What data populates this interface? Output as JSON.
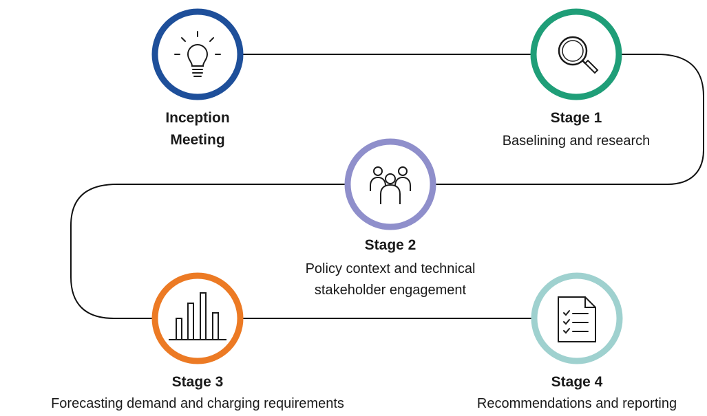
{
  "steps": [
    {
      "id": "inception",
      "title_lines": [
        "Inception",
        "Meeting"
      ],
      "description": "",
      "color": "#1e4f9a",
      "icon": "lightbulb-icon"
    },
    {
      "id": "stage1",
      "title": "Stage 1",
      "description": "Baselining and research",
      "color": "#1f9e78",
      "icon": "magnifier-icon"
    },
    {
      "id": "stage2",
      "title": "Stage 2",
      "description_lines": [
        "Policy context and technical",
        "stakeholder engagement"
      ],
      "color": "#8f8fcb",
      "icon": "people-group-icon"
    },
    {
      "id": "stage3",
      "title": "Stage 3",
      "description": "Forecasting demand and charging requirements",
      "color": "#ec7a24",
      "icon": "bar-chart-icon"
    },
    {
      "id": "stage4",
      "title": "Stage 4",
      "description": "Recommendations and reporting",
      "color": "#9fd1cf",
      "icon": "checklist-icon"
    }
  ],
  "connector_color": "#111111",
  "icon_color": "#1a1a1a"
}
